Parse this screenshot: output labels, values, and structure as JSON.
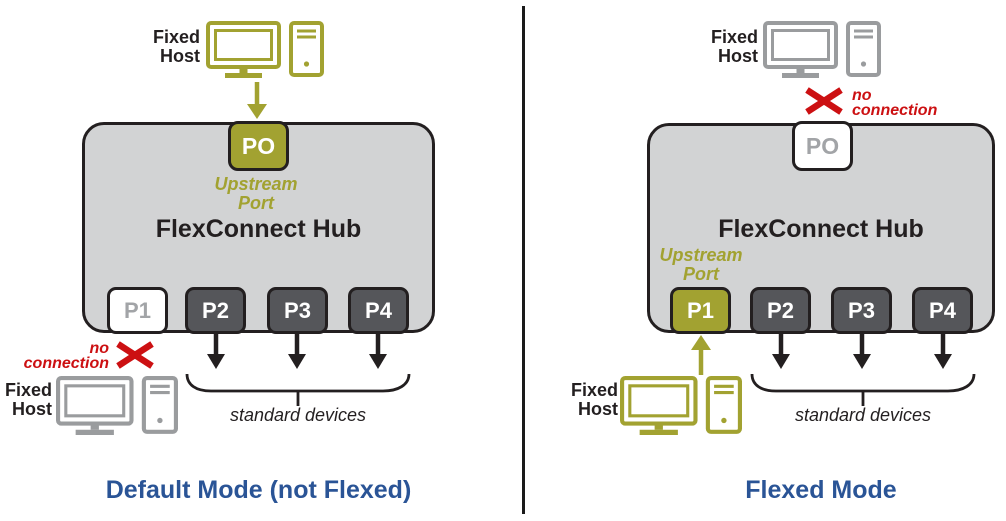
{
  "colors": {
    "olive_accent": "#a2a231",
    "dark_port": "#55565a",
    "hub_fill": "#d2d3d4",
    "outline": "#231f20",
    "red_warning": "#cc1012",
    "blue_caption": "#2a5496",
    "gray_icon": "#9a9c9e",
    "muted_port_text": "#a2a4a7"
  },
  "panels": {
    "default": {
      "caption": "Default Mode (not Flexed)",
      "hub_title": "FlexConnect Hub",
      "top_port": "PO",
      "upstream": {
        "line1": "Upstream",
        "line2": "Port"
      },
      "ports": [
        "P1",
        "P2",
        "P3",
        "P4"
      ],
      "top_host": {
        "line1": "Fixed",
        "line2": "Host"
      },
      "bottom_host": {
        "line1": "Fixed",
        "line2": "Host"
      },
      "no_connection": {
        "line1": "no",
        "line2": "connection"
      },
      "brace_label": "standard devices"
    },
    "flexed": {
      "caption": "Flexed Mode",
      "hub_title": "FlexConnect Hub",
      "top_port": "PO",
      "upstream": {
        "line1": "Upstream",
        "line2": "Port"
      },
      "ports": [
        "P1",
        "P2",
        "P3",
        "P4"
      ],
      "top_host": {
        "line1": "Fixed",
        "line2": "Host"
      },
      "bottom_host": {
        "line1": "Fixed",
        "line2": "Host"
      },
      "no_connection": {
        "line1": "no",
        "line2": "connection"
      },
      "brace_label": "standard devices"
    }
  }
}
